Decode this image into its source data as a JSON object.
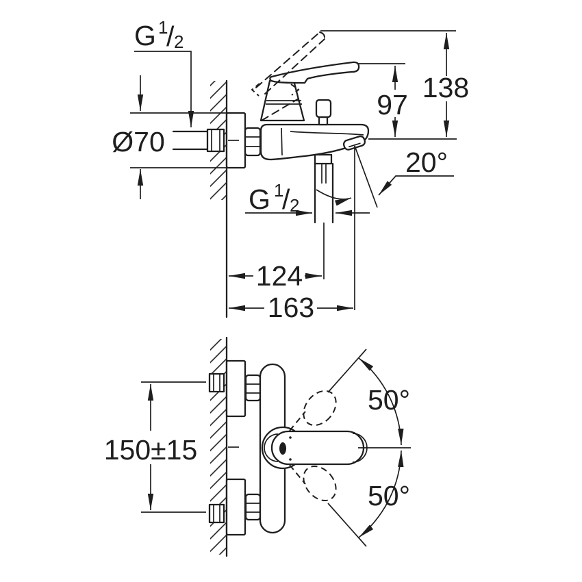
{
  "colors": {
    "line": "#1e1e1e",
    "background": "#ffffff"
  },
  "top_view": {
    "supply_thread_label": {
      "main": "G",
      "sup": "1",
      "slash": "/",
      "sub": "2"
    },
    "flange_diameter": "Ø70",
    "spout_height": "97",
    "total_height": "138",
    "spout_angle": "20°",
    "hose_thread_label": {
      "main": "G",
      "sup": "1",
      "slash": "/",
      "sub": "2"
    },
    "spout_reach": "124",
    "total_reach": "163"
  },
  "bottom_view": {
    "center_distance": "150±15",
    "lever_angle_up": "50°",
    "lever_angle_down": "50°"
  }
}
